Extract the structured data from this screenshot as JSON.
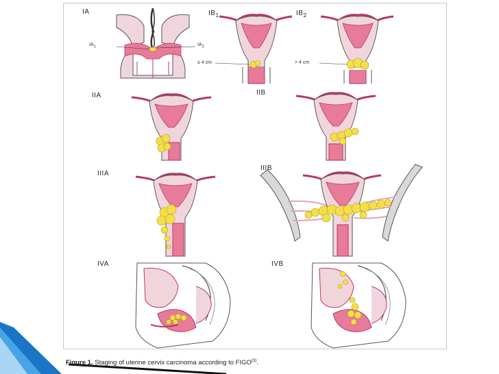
{
  "diagram": {
    "stages": [
      {
        "id": "1a",
        "label": "IA"
      },
      {
        "id": "1b1",
        "label": "IB",
        "sub": "1"
      },
      {
        "id": "1b2",
        "label": "IB",
        "sub": "2"
      },
      {
        "id": "2a",
        "label": "IIA"
      },
      {
        "id": "2b",
        "label": "IIB"
      },
      {
        "id": "3a",
        "label": "IIIA"
      },
      {
        "id": "3b",
        "label": "IIIB"
      },
      {
        "id": "4a",
        "label": "IVA"
      },
      {
        "id": "4b",
        "label": "IVB"
      }
    ],
    "substage_labels": {
      "ia1": "IA",
      "ia1_sub": "1",
      "ia2": "IA",
      "ia2_sub": "2"
    },
    "size_labels": {
      "b1": "≤ 4 cm",
      "b2": "> 4 cm"
    }
  },
  "caption": {
    "figure_label": "Figure 1.",
    "text": " Staging of uterine cervix carcinoma according to FIGO",
    "ref": "(3)",
    "end": "."
  },
  "colors": {
    "tissue_pink": "#e87a9a",
    "tissue_dark": "#b83a5e",
    "tumor_yellow": "#f3df4a",
    "bone_gray": "#d9d9d9",
    "slide_accent_blue": "#1f77c0"
  }
}
